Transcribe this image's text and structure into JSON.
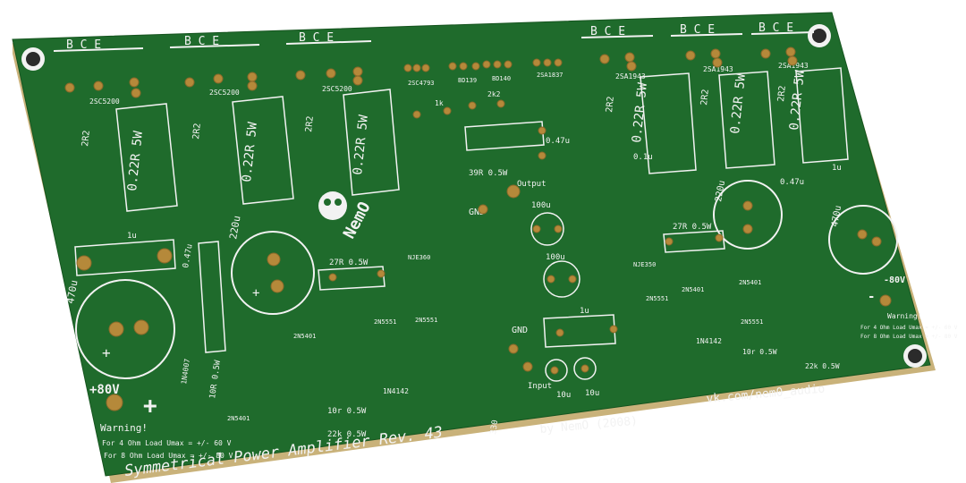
{
  "board": {
    "title": "Symmetrical Power Amplifier Rev. 43",
    "author": "by NemO (2008)",
    "website": "vk.com/nem0_audio",
    "logo_text": "NemO",
    "colors": {
      "pcb": "#1f6b2c",
      "pcb_edge": "#c9b27a",
      "silk": "#f2f2f2",
      "pad": "#b5893a",
      "hole": "#2b2b2b",
      "background": "#ffffff"
    }
  },
  "bce_groups": [
    {
      "letters": "B  C  E"
    },
    {
      "letters": "B  C  E"
    },
    {
      "letters": "B  C  E"
    },
    {
      "letters": "B  C  E"
    },
    {
      "letters": "B  C  E"
    },
    {
      "letters": "B  C  E"
    }
  ],
  "transistors": {
    "out1": "2SC5200",
    "out2": "2SC5200",
    "out3": "2SC5200",
    "out4": "2SA1943",
    "out5": "2SA1943",
    "out6": "2SA1943",
    "driver1": "2SC4793",
    "driver2": "BD139",
    "driver3": "BD140",
    "driver4": "2SA1837",
    "njw_a": "NJE360",
    "njw_b": "NJE350",
    "small": [
      "2N5401",
      "2N5551",
      "2N5401",
      "2N5551",
      "2N5551",
      "2N5401",
      "2N5401",
      "2N5551"
    ]
  },
  "resistors": {
    "base": "2R2",
    "emitter": "0.22R 5W",
    "mid": "27R 0.5W",
    "r39": "39R 0.5W",
    "r10": "10R 0.5W",
    "r10b": "10r 0.5W",
    "r22": "22k 0.5W",
    "r1k": "1k",
    "r2k2": "2k2",
    "r22k": "22k",
    "r33": "330"
  },
  "capacitors": {
    "c1u": "1u",
    "c047": "0.47u",
    "c220": "220u",
    "c470": "470u",
    "c10": "10u",
    "c01": "0.1u",
    "c100": "100u"
  },
  "diodes": {
    "d1": "1N4007",
    "d2": "1N4142"
  },
  "labels": {
    "gnd": "GND",
    "output": "Output",
    "input": "Input",
    "plus_supply": "+80V",
    "minus_supply": "-80V",
    "plus_sign": "+",
    "minus_sign": "-",
    "warning_title": "Warning!",
    "warning_line1": "For 4 Ohm Load Umax = +/- 60 V",
    "warning_line2": "For 8 Ohm Load Umax = +/- 80 V"
  }
}
